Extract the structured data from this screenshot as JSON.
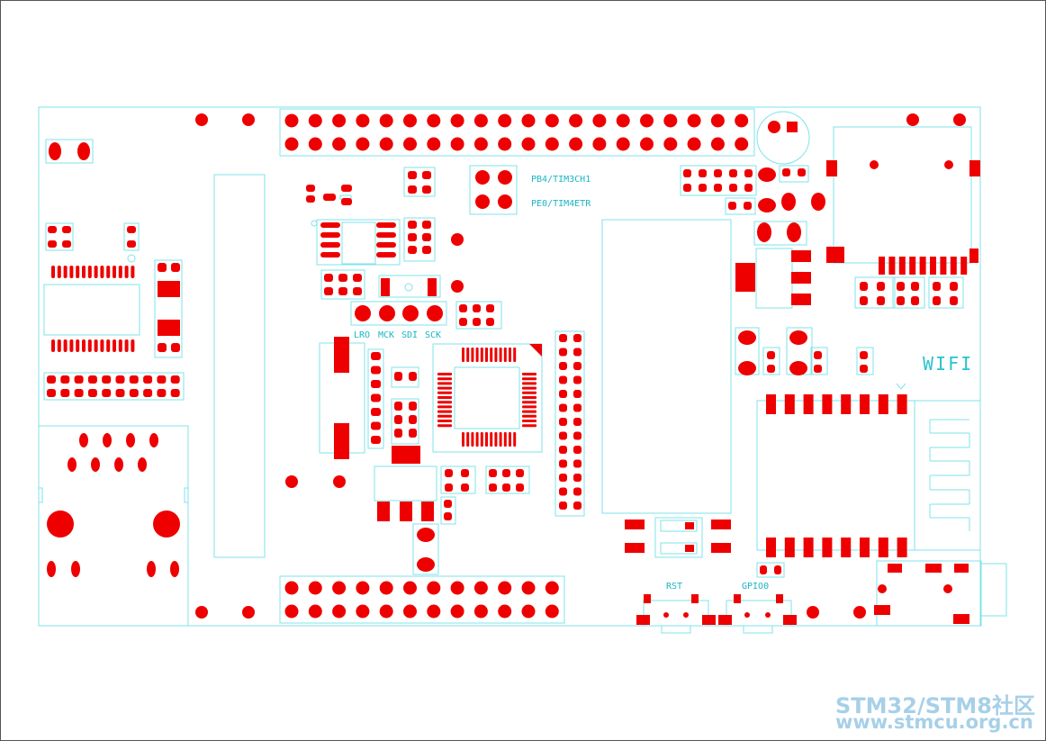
{
  "labels": {
    "pb4": "PB4/TIM3CH1",
    "pe0": "PE0/TIM4ETR",
    "lro": "LRO",
    "mck": "MCK",
    "sdi": "SDI",
    "sck": "SCK",
    "wifi": "WIFI",
    "rst": "RST",
    "gpio0": "GPIO0"
  },
  "watermark": {
    "line1": "STM32/STM8社区",
    "line2": "www.stmcu.org.cn"
  },
  "colors": {
    "pad": "#ee0000",
    "outline": "#7fe3ea",
    "label": "#1bb5c4",
    "watermark": "#a7d0e8"
  }
}
